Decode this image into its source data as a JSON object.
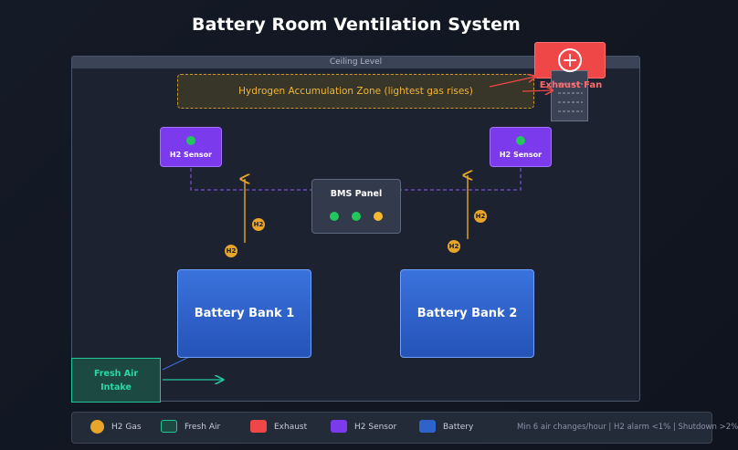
{
  "title": "Battery Room Ventilation System",
  "ceiling_label": "Ceiling Level",
  "zone_label": "Hydrogen Accumulation Zone (lightest gas rises)",
  "exhaust_fan": {
    "label": "Exhaust Fan",
    "icon": "plus-circle-icon"
  },
  "sensors": [
    {
      "label": "H2 Sensor",
      "status_color": "#22c55e"
    },
    {
      "label": "H2 Sensor",
      "status_color": "#22c55e"
    }
  ],
  "bms": {
    "label": "BMS Panel",
    "leds": [
      "#22c55e",
      "#22c55e",
      "#f5b82e"
    ]
  },
  "banks": [
    {
      "label": "Battery Bank 1"
    },
    {
      "label": "Battery Bank 2"
    }
  ],
  "gas_badges": [
    "H2",
    "H2",
    "H2",
    "H2"
  ],
  "intake": {
    "line1": "Fresh Air",
    "line2": "Intake"
  },
  "legend": {
    "items": [
      {
        "label": "H2 Gas",
        "color": "#e9a52a",
        "shape": "circle"
      },
      {
        "label": "Fresh Air",
        "color": "#1c4a42",
        "border": "#21c79a",
        "shape": "box"
      },
      {
        "label": "Exhaust",
        "color": "#ef4747",
        "shape": "box"
      },
      {
        "label": "H2 Sensor",
        "color": "#7c3aed",
        "shape": "box"
      },
      {
        "label": "Battery",
        "color": "#2f63cc",
        "shape": "box"
      }
    ],
    "note": "Min 6 air changes/hour | H2 alarm <1% | Shutdown >2%"
  },
  "colors": {
    "hydrogen": "#e9a52a",
    "fresh_air": "#21c79a",
    "exhaust": "#ef4747",
    "sensor": "#7c3aed",
    "battery": "#2f63cc"
  }
}
